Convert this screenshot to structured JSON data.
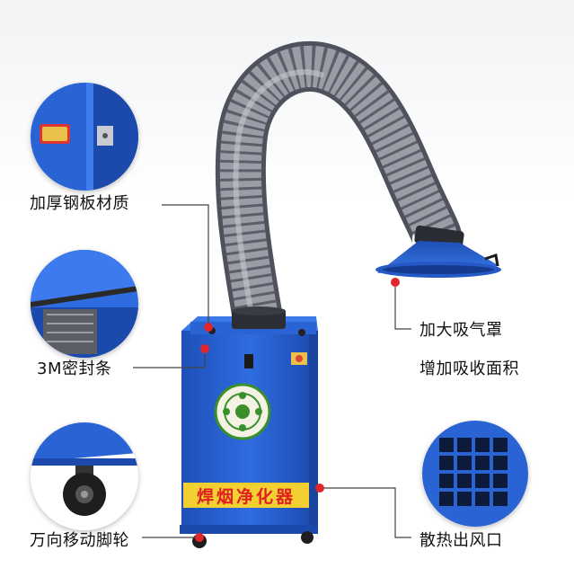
{
  "labels": {
    "thick_steel": "加厚钢板材质",
    "seal_strip": "3M密封条",
    "universal_wheel": "万向移动脚轮",
    "hood_line1": "加大吸气罩",
    "hood_line2": "增加吸收面积",
    "vent": "散热出风口"
  },
  "machine": {
    "front_label": "焊烟净化器"
  },
  "colors": {
    "machine_blue": "#2a63d4",
    "label_bar_yellow": "#f4cf32",
    "label_text_red": "#e02020",
    "hose_gray": "#8c8e98",
    "marker_red": "#e0252b",
    "logo_green": "#3a8f2a"
  },
  "icons": [
    "steel-plate-closeup",
    "seal-strip-closeup",
    "caster-wheel-closeup",
    "vent-grille-closeup"
  ]
}
